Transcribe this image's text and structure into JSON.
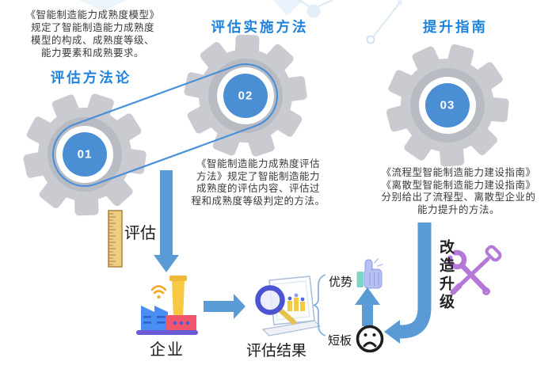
{
  "sections": {
    "methodology": {
      "title": "评估方法论",
      "gear_number": "01",
      "desc_lines": [
        "《智能制造能力成熟度模型》",
        "规定了智能制造能力成熟度",
        "模型的构成、成熟度等级、",
        "能力要素和成熟要求。"
      ]
    },
    "implementation": {
      "title": "评估实施方法",
      "gear_number": "02",
      "desc_lines": [
        "《智能制造能力成熟度评估",
        "方法》规定了智能制造能力",
        "成熟度的评估内容、评估过",
        "程和成熟度等级判定的方法。"
      ]
    },
    "improvement": {
      "title": "提升指南",
      "gear_number": "03",
      "desc_lines": [
        "《流程型智能制造能力建设指南》",
        "《离散型智能制造能力建设指南》",
        "分别给出了流程型、离散型企业的",
        "能力提升的方法。"
      ]
    }
  },
  "flow": {
    "assess_label": "评估",
    "enterprise_label": "企业",
    "result_label": "评估结果",
    "strength_label": "优势",
    "weakness_label": "短板",
    "upgrade_label": "改造升级"
  },
  "icons": {
    "ruler": "ruler-icon",
    "factory": "factory-icon",
    "analysis": "laptop-magnifier-icon",
    "thumbs_up": "thumbs-up-icon",
    "sad_face": "sad-face-icon",
    "tools": "wrench-screwdriver-icon"
  },
  "colors": {
    "title_blue": "#1e82dc",
    "arrow_blue": "#5b9bd5",
    "belt_blue": "#4a90d9",
    "gear_gray": "#cacbd1",
    "gear_ring_gray": "#b9bbc3",
    "hub_blue": "#4a8ed4",
    "tools_purple": "#b678d8",
    "ruler_yellow": "#eccd82"
  }
}
